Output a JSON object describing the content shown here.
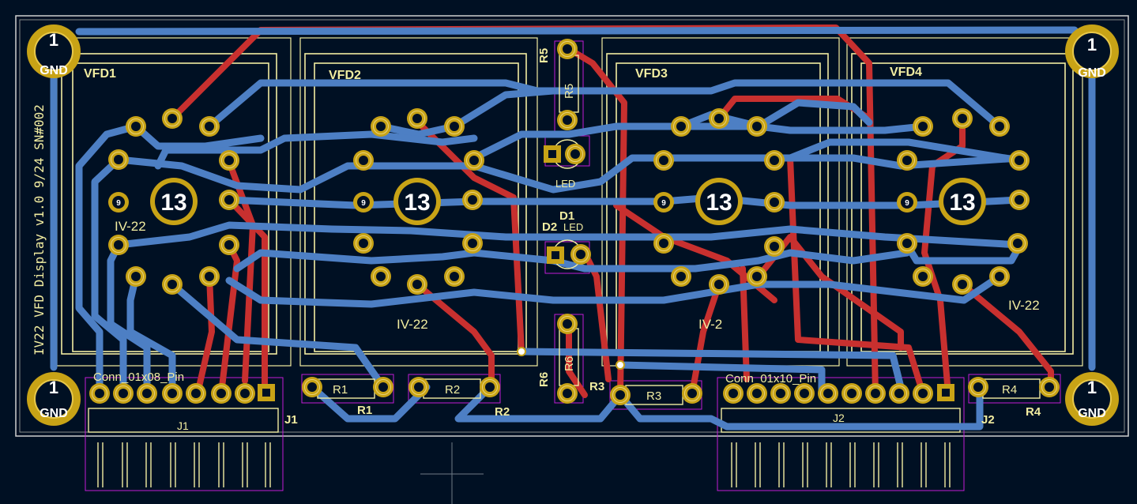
{
  "board": {
    "title_text": "IV22 VFD Display v1.0 9/24 SN#002",
    "colors": {
      "background": "#001023",
      "copper_front": "#c8302f",
      "copper_back": "#4d7fc4",
      "silk": "#f2eda1",
      "pad": "#c8a316",
      "courtyard": "#c21bd6",
      "edge": "#d0d0d0"
    }
  },
  "mounting_holes": [
    {
      "id": "H-TL",
      "pad_number": "1",
      "net": "GND"
    },
    {
      "id": "H-TR",
      "pad_number": "1",
      "net": "GND"
    },
    {
      "id": "H-BL",
      "pad_number": "1",
      "net": "GND"
    },
    {
      "id": "H-BR",
      "pad_number": "1",
      "net": "GND"
    }
  ],
  "tubes": [
    {
      "ref": "VFD1",
      "value": "IV-22",
      "center_pad": "13",
      "small_pad": "9"
    },
    {
      "ref": "VFD2",
      "value": "IV-22",
      "center_pad": "13",
      "small_pad": "9"
    },
    {
      "ref": "VFD3",
      "value": "IV-2",
      "center_pad": "13",
      "small_pad": "9"
    },
    {
      "ref": "VFD4",
      "value": "IV-22",
      "center_pad": "13",
      "small_pad": "9"
    }
  ],
  "resistors": [
    {
      "ref": "R1",
      "body_label": "R1"
    },
    {
      "ref": "R2",
      "body_label": "R2"
    },
    {
      "ref": "R3",
      "body_label": "R3"
    },
    {
      "ref": "R4",
      "body_label": "R4"
    }
  ],
  "vertical_resistors": [
    {
      "ref": "R5",
      "body_label": "R5"
    },
    {
      "ref": "R6",
      "body_label": "R6"
    }
  ],
  "leds": [
    {
      "ref": "D1",
      "value": "LED"
    },
    {
      "ref": "D2",
      "value": "LED"
    }
  ],
  "connectors": [
    {
      "ref": "J1",
      "value": "Conn_01x08_Pin",
      "body_label": "J1",
      "pins": 8
    },
    {
      "ref": "J2",
      "value": "Conn_01x10_Pin",
      "body_label": "J2",
      "pins": 10
    }
  ]
}
